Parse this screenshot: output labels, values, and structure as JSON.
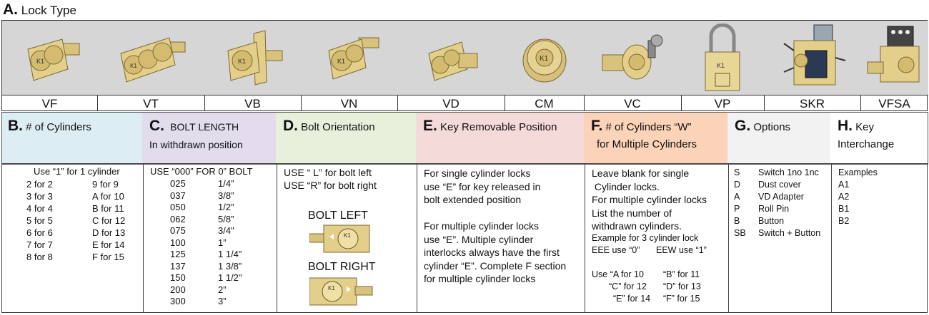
{
  "sectionA": {
    "letter": "A.",
    "title": "Lock Type",
    "locks": [
      {
        "code": "VF"
      },
      {
        "code": "VT"
      },
      {
        "code": "VB"
      },
      {
        "code": "VN"
      },
      {
        "code": "VD"
      },
      {
        "code": "CM"
      },
      {
        "code": "VC"
      },
      {
        "code": "VP"
      },
      {
        "code": "SKR"
      },
      {
        "code": "VFSA"
      }
    ],
    "key_mark": "K1"
  },
  "headers": {
    "B": {
      "letter": "B.",
      "title": "# of Cylinders",
      "color": "#dcedf3"
    },
    "C": {
      "letter": "C.",
      "line1": "BOLT LENGTH",
      "line2": "In withdrawn position",
      "color": "#e2dced"
    },
    "D": {
      "letter": "D.",
      "title": "Bolt Orientation",
      "color": "#e7f0db"
    },
    "E": {
      "letter": "E.",
      "title": "Key Removable Position",
      "color": "#f5dada"
    },
    "F": {
      "letter": "F.",
      "line1": "# of Cylinders “W”",
      "line2": "for Multiple Cylinders",
      "color": "#fbd3b8"
    },
    "G": {
      "letter": "G.",
      "title": "Options",
      "color": "#f2f2f2"
    },
    "H": {
      "letter": "H.",
      "line1": "Key",
      "line2": "Interchange",
      "color": "#ffffff"
    }
  },
  "colB": {
    "intro": "Use “1”  for 1 cylinder",
    "left": [
      "2 for 2",
      "3 for 3",
      "4 for 4",
      "5 for 5",
      "6 for 6",
      "7 for 7",
      "8 for 8"
    ],
    "right": [
      "9 for 9",
      "A for 10",
      "B for 11",
      "C for 12",
      "D for 13",
      "E for 14",
      "F for 15"
    ]
  },
  "colC": {
    "intro": "USE “000”  FOR  0” BOLT",
    "codes": [
      "025",
      "037",
      "050",
      "062",
      "075",
      "100",
      "125",
      "137",
      "150",
      "200",
      "300"
    ],
    "lengths": [
      "1/4”",
      "3/8”",
      "1/2”",
      "5/8”",
      "3/4\"",
      "1”",
      "1 1/4”",
      "1 3/8”",
      "1 1/2\"",
      "2”",
      "3”"
    ]
  },
  "colD": {
    "line1": "USE “ L”  for bolt left",
    "line2": "USE  “R”  for bolt right",
    "label_left": "BOLT LEFT",
    "label_right": "BOLT RIGHT"
  },
  "colE": {
    "lines": [
      "For single cylinder locks",
      "use “E” for key released in",
      "bolt extended position",
      "",
      "For multiple cylinder locks",
      "use “E”. Multiple cylinder",
      "interlocks always have the first",
      "cylinder “E”. Complete F section",
      "for multiple cylinder locks"
    ]
  },
  "colF": {
    "lines": [
      "Leave blank for single",
      " Cylinder locks.",
      "For multiple cylinder locks",
      "List the number of",
      "withdrawn cylinders."
    ],
    "example": "Example for 3 cylinder lock",
    "eee": "EEE  use “0”",
    "eew": "EEW  use  “1”",
    "use_a": "Use “A for 10",
    "b11": "“B” for 11",
    "c12": "“C” for 12",
    "d13": "“D” for 13",
    "e14": "“E” for 14",
    "f15": "“F” for 15"
  },
  "colG": {
    "options": [
      {
        "code": "S",
        "desc": "Switch 1no 1nc"
      },
      {
        "code": "D",
        "desc": "Dust cover"
      },
      {
        "code": "A",
        "desc": "VD Adapter"
      },
      {
        "code": "P",
        "desc": "Roll Pin"
      },
      {
        "code": "B",
        "desc": "Button"
      },
      {
        "code": "SB",
        "desc": "Switch + Button"
      }
    ]
  },
  "colH": {
    "title": "Examples",
    "items": [
      "A1",
      "A2",
      "B1",
      "B2"
    ]
  }
}
